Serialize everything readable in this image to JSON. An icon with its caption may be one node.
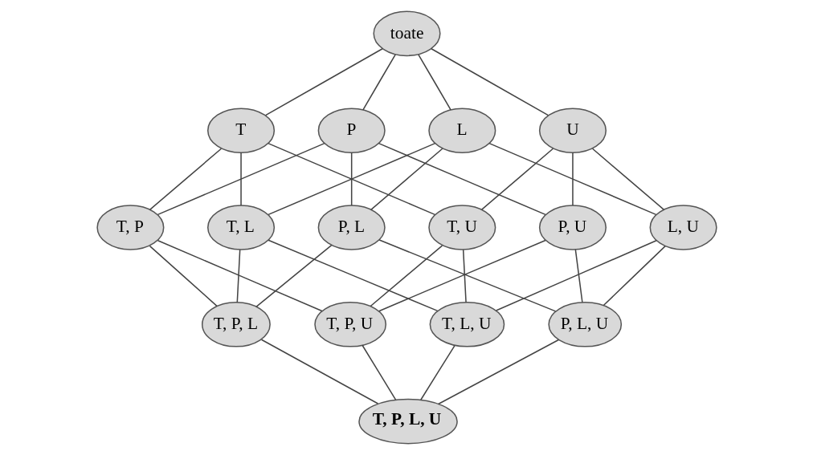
{
  "diagram": {
    "nodes": [
      {
        "text": [
          "toate"
        ]
      },
      {
        "text": [
          "T"
        ]
      },
      {
        "text": [
          "P"
        ]
      },
      {
        "text": [
          "L"
        ]
      },
      {
        "text": [
          "U"
        ]
      },
      {
        "text": [
          "T, P"
        ]
      },
      {
        "text": [
          "T, L"
        ]
      },
      {
        "text": [
          "T, U"
        ]
      },
      {
        "text": [
          "P, L"
        ]
      },
      {
        "text": [
          "P, U"
        ]
      },
      {
        "text": [
          "L, U"
        ]
      },
      {
        "text": [
          "T, P, L"
        ]
      },
      {
        "text": [
          "T, P, U"
        ]
      },
      {
        "text": [
          "T, L, U"
        ]
      },
      {
        "text": [
          "P, L, U"
        ]
      },
      {
        "text": [
          "T, P, L, U"
        ]
      }
    ],
    "edges": [
      {
        "from": 0,
        "to": 1,
        "arrow": "none"
      },
      {
        "from": 0,
        "to": 2,
        "arrow": "none"
      },
      {
        "from": 0,
        "to": 3,
        "arrow": "none"
      },
      {
        "from": 0,
        "to": 4,
        "arrow": "none"
      },
      {
        "from": 1,
        "to": 5,
        "arrow": "none"
      },
      {
        "from": 1,
        "to": 6,
        "arrow": "none"
      },
      {
        "from": 1,
        "to": 7,
        "arrow": "none"
      },
      {
        "from": 2,
        "to": 5,
        "arrow": "none"
      },
      {
        "from": 2,
        "to": 8,
        "arrow": "none"
      },
      {
        "from": 2,
        "to": 9,
        "arrow": "none"
      },
      {
        "from": 3,
        "to": 6,
        "arrow": "none"
      },
      {
        "from": 3,
        "to": 8,
        "arrow": "none"
      },
      {
        "from": 3,
        "to": 10,
        "arrow": "none"
      },
      {
        "from": 4,
        "to": 7,
        "arrow": "none"
      },
      {
        "from": 4,
        "to": 9,
        "arrow": "none"
      },
      {
        "from": 4,
        "to": 10,
        "arrow": "none"
      },
      {
        "from": 5,
        "to": 11,
        "arrow": "none"
      },
      {
        "from": 5,
        "to": 12,
        "arrow": "none"
      },
      {
        "from": 6,
        "to": 11,
        "arrow": "none"
      },
      {
        "from": 6,
        "to": 13,
        "arrow": "none"
      },
      {
        "from": 7,
        "to": 12,
        "arrow": "none"
      },
      {
        "from": 7,
        "to": 13,
        "arrow": "none"
      },
      {
        "from": 8,
        "to": 11,
        "arrow": "none"
      },
      {
        "from": 8,
        "to": 14,
        "arrow": "none"
      },
      {
        "from": 9,
        "to": 12,
        "arrow": "none"
      },
      {
        "from": 9,
        "to": 14,
        "arrow": "none"
      },
      {
        "from": 10,
        "to": 13,
        "arrow": "none"
      },
      {
        "from": 10,
        "to": 14,
        "arrow": "none"
      },
      {
        "from": 11,
        "to": 15,
        "arrow": "none"
      },
      {
        "from": 12,
        "to": 15,
        "arrow": "none"
      },
      {
        "from": 13,
        "to": 15,
        "arrow": "none"
      },
      {
        "from": 14,
        "to": 15,
        "arrow": "none"
      }
    ]
  }
}
